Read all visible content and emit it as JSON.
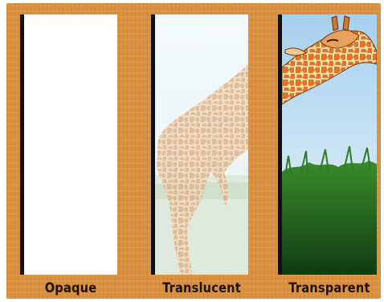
{
  "labels": {
    "opaque": "Opaque",
    "translucent": "Translucent",
    "transparent": "Transparent"
  },
  "colors": {
    "wood": "#d9913f",
    "sky": "#a9d3ee",
    "grass": "#1f6b1c",
    "giraffe": "#d8782c"
  }
}
